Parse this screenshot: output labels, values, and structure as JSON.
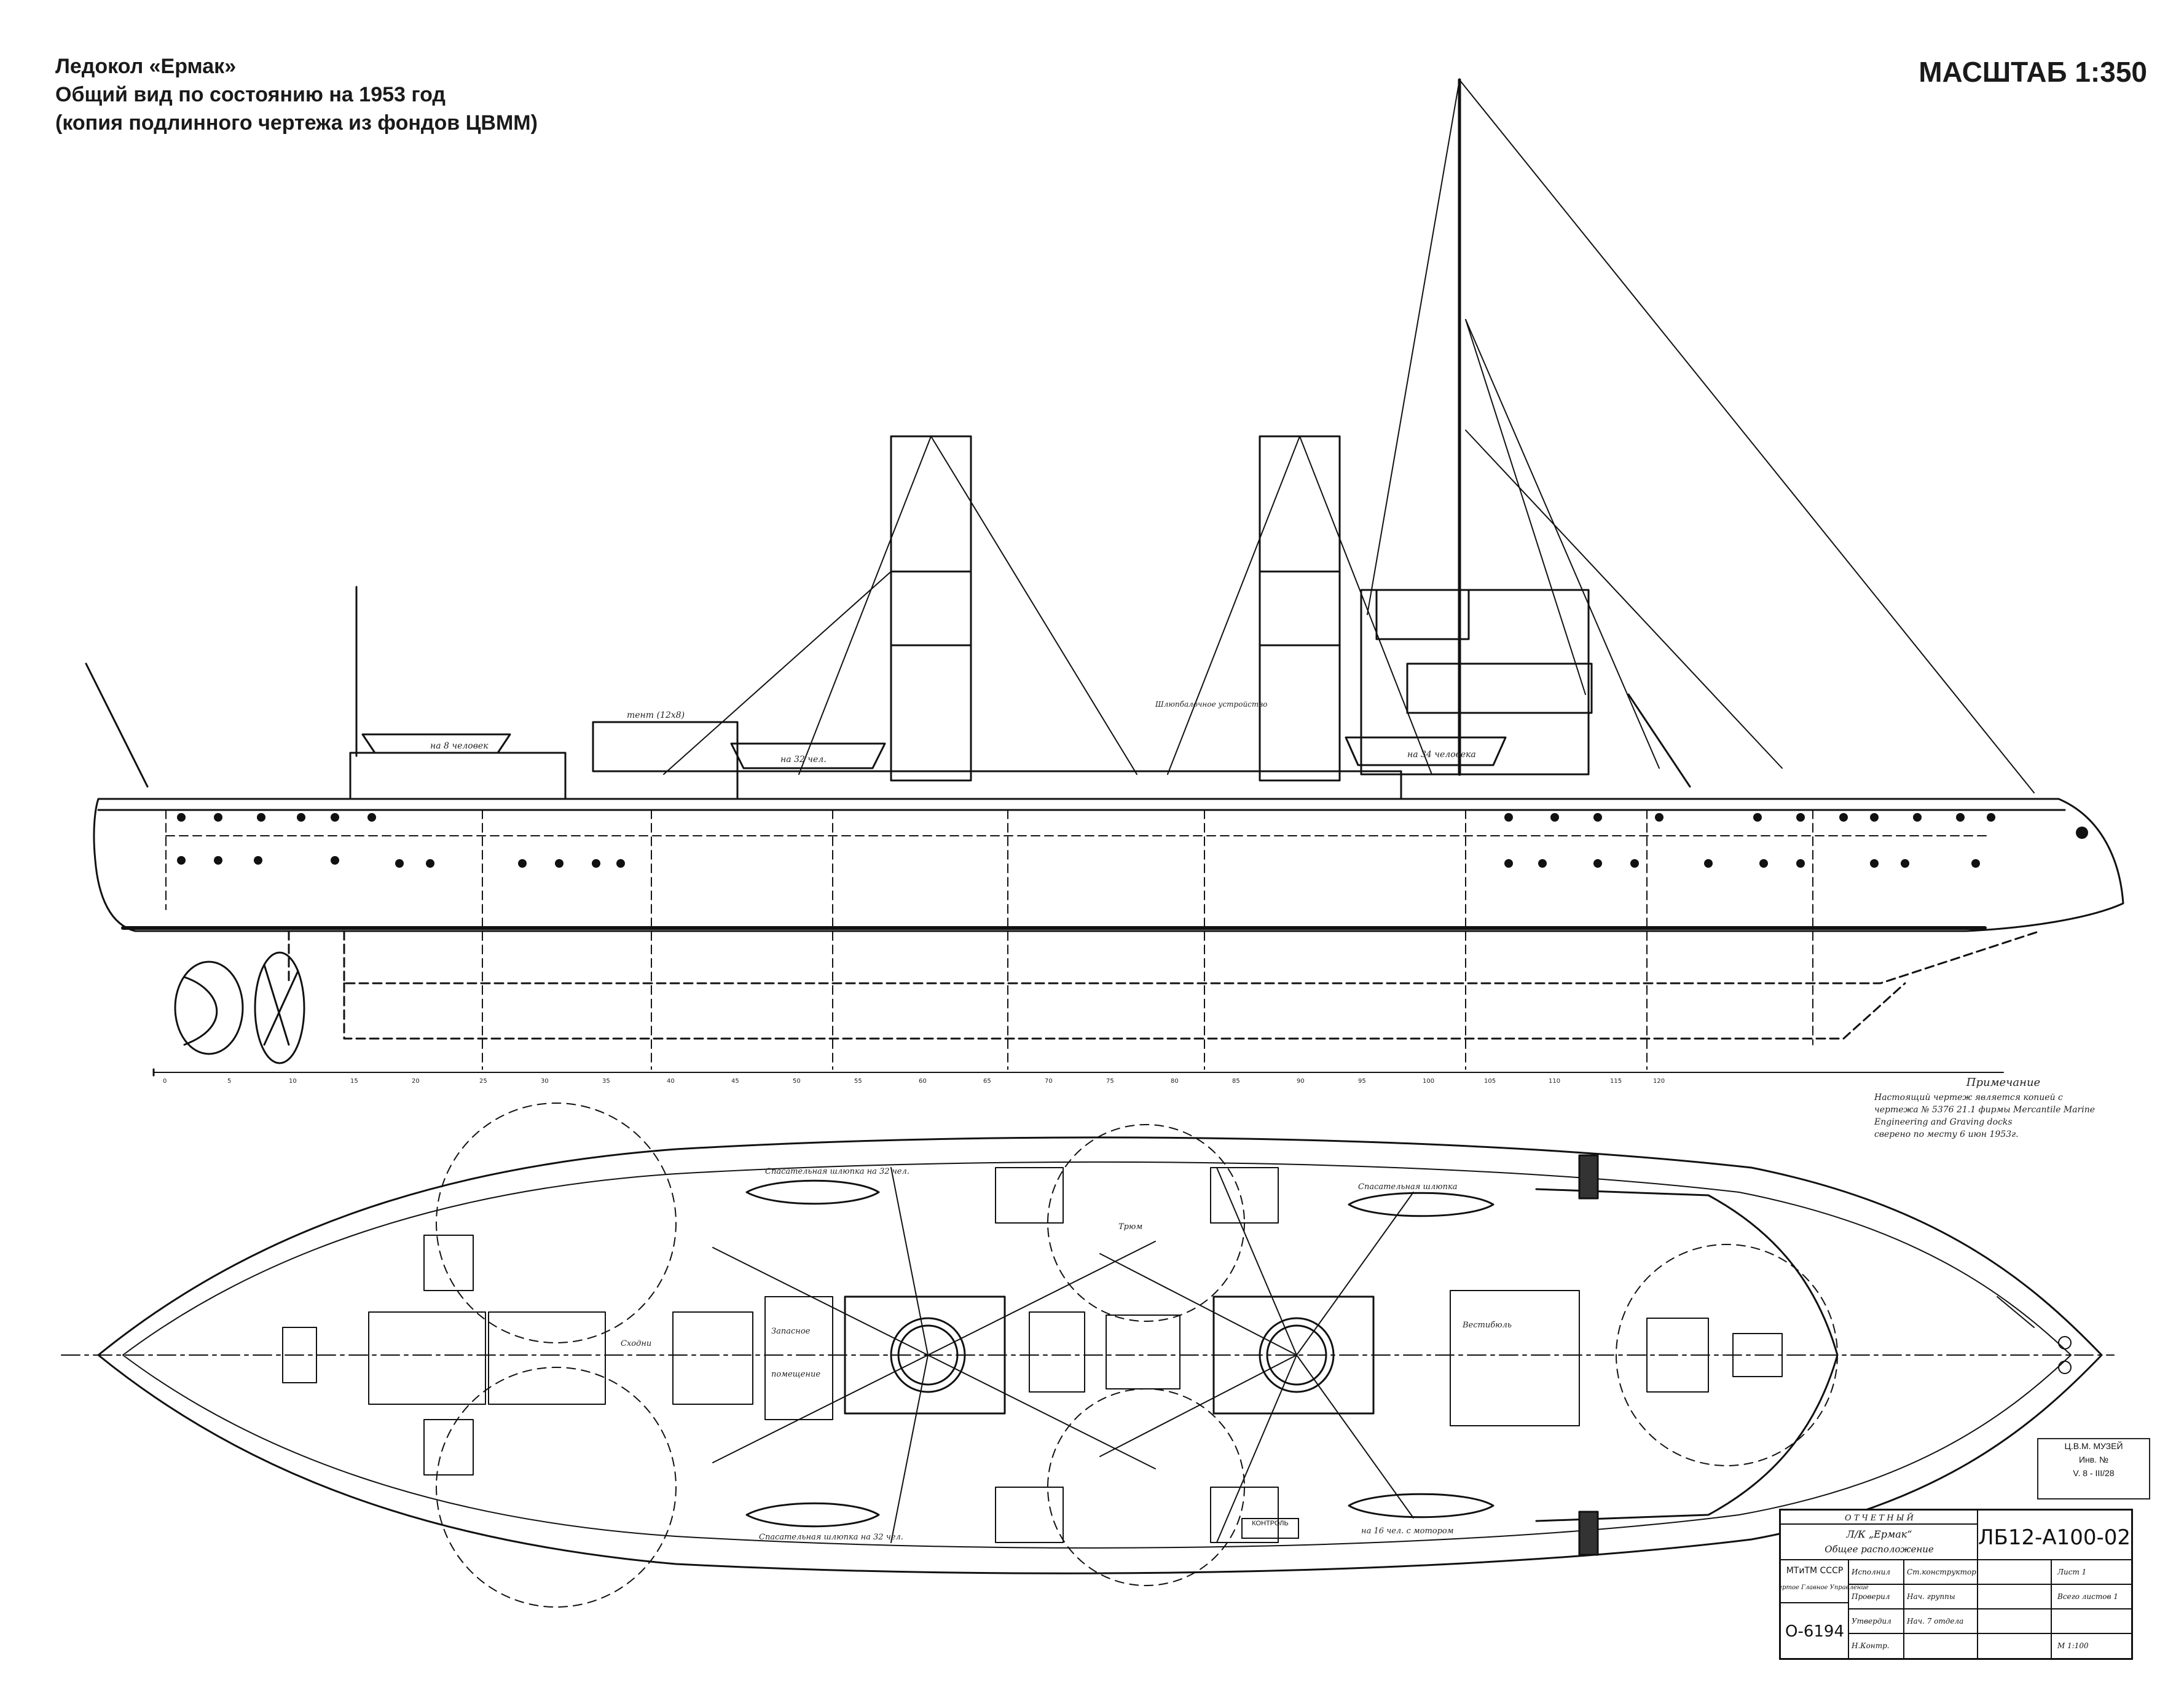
{
  "header": {
    "title_line1": "Ледокол «Ермак»",
    "title_line2": "Общий вид по состоянию на 1953 год",
    "title_line3": "(копия подлинного чертежа из фондов ЦВММ)",
    "scale": "МАСШТАБ 1:350"
  },
  "profile_labels": {
    "boat_1": "на 8 человек",
    "boat_2": "на 32 чел.",
    "boat_3": "на 34 человека",
    "tent": "тент (12х8)",
    "davit_note": "Шлюпбалочное устройство"
  },
  "frame_numbers": [
    "0",
    "5",
    "10",
    "15",
    "20",
    "25",
    "30",
    "35",
    "40",
    "45",
    "50",
    "55",
    "60",
    "65",
    "70",
    "75",
    "80",
    "85",
    "90",
    "95",
    "100",
    "105",
    "110",
    "115",
    "120"
  ],
  "plan_labels": {
    "boat_top_1": "Спасательная шлюпка на 32 чел.",
    "boat_top_2": "Спасательная шлюпка",
    "boat_bottom_1": "Спасательная шлюпка на 32 чел.",
    "boat_bottom_2": "на 16 чел. с мотором",
    "store": "Запасное",
    "store_sub": "помещение",
    "hold": "Трюм",
    "vestibule": "Вестибюль",
    "gangway": "Сходни"
  },
  "note": {
    "heading": "Примечание",
    "line1": "Настоящий чертеж является копией с",
    "line2": "чертежа № 5376 21.1 фирмы Mercantile Marine",
    "line3": "Engineering and Graving docks",
    "line4": "сверено по месту 6 июн 1953г."
  },
  "museum_stamp": {
    "line1": "Ц.В.М. МУЗЕЙ",
    "line2": "Инв. №",
    "line3": "V. 8 - III/28"
  },
  "title_box": {
    "header": "О Т Ч Е Т Н Ы Й",
    "ship": "Л/К „Ермак“",
    "subject": "Общее расположение",
    "drawing_no": "ЛБ12-А100-02",
    "org": "МТиТМ СССР",
    "dept": "Четвертое Главное Управление",
    "archive_no": "О-6194",
    "row1_role": "Исполнил",
    "row1_col": "Ст.конструктор",
    "row2_role": "Проверил",
    "row2_name": "Нач. группы",
    "row3_role": "Утвердил",
    "row3_name": "Нач. 7 отдела",
    "row4_role": "Н.Контр.",
    "sheet": "Лист 1",
    "sheets": "Всего листов 1",
    "scale": "М 1:100"
  },
  "control_stamp": "КОНТРОЛЬ"
}
